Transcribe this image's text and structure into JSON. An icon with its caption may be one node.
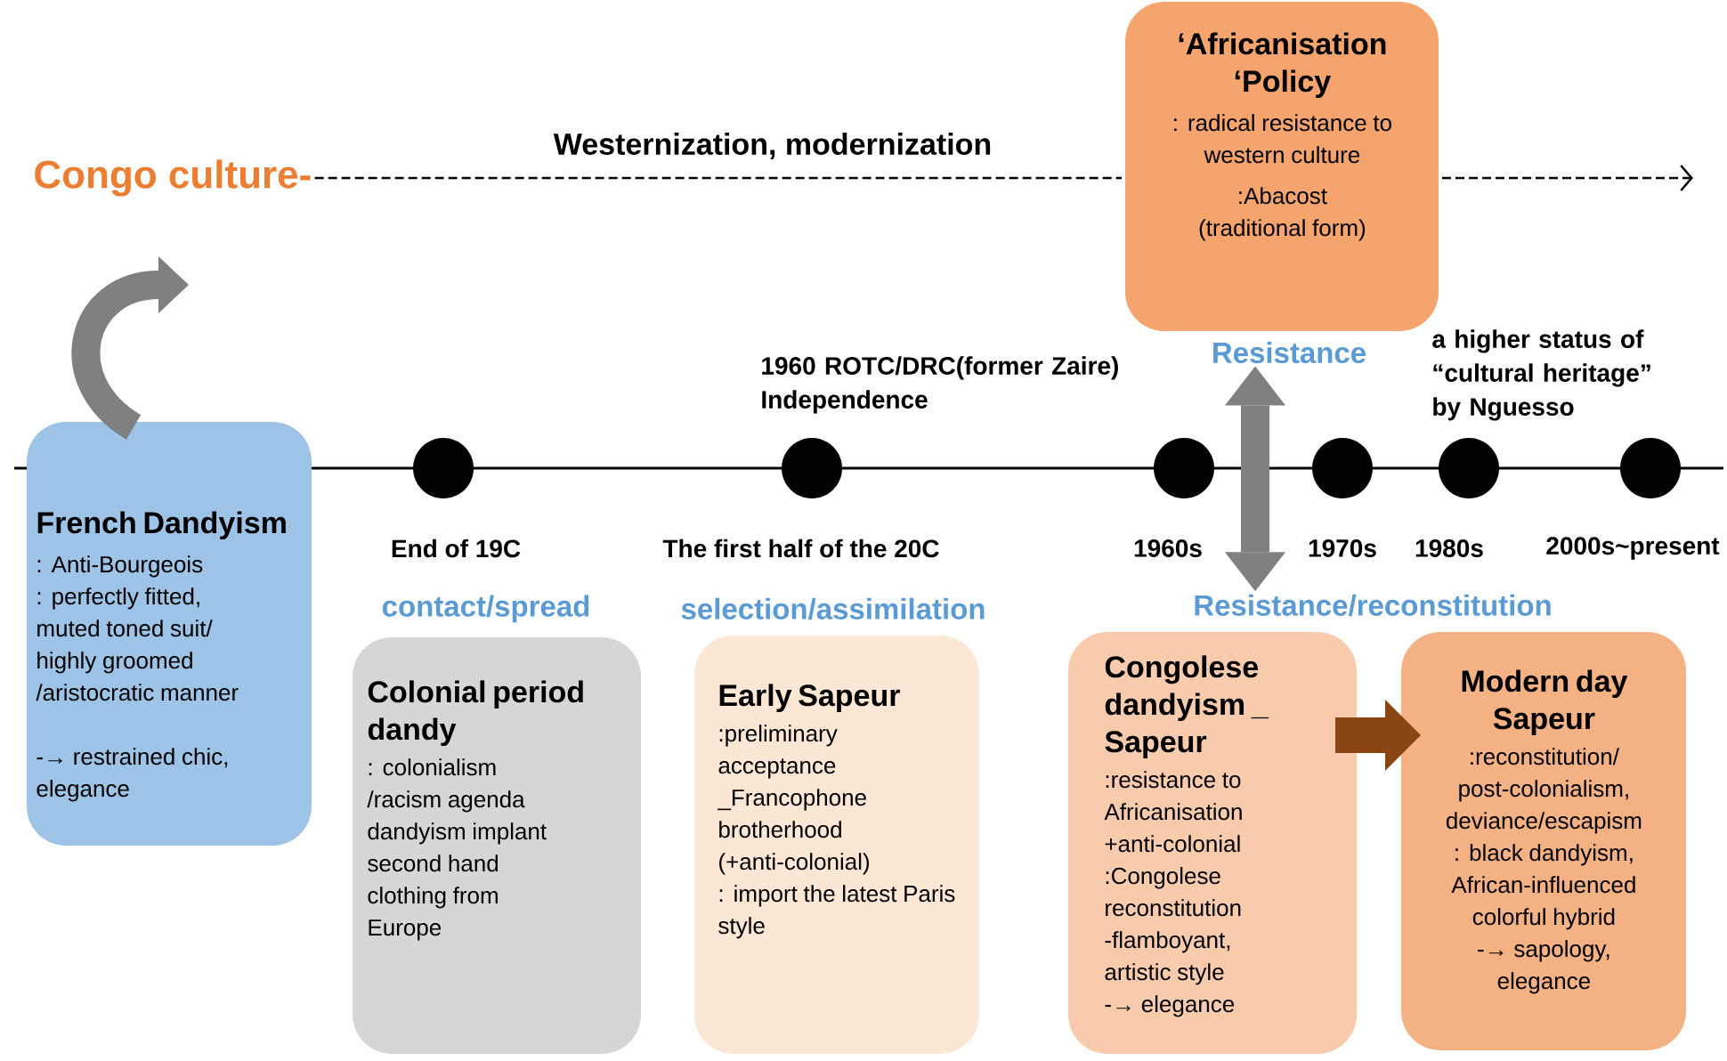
{
  "diagram": {
    "nodes": [
      {
        "text": [
          "‘Africanisation ‘Policy",
          ": radical resistance to western culture",
          ":Abacost (traditional form)"
        ]
      },
      {
        "text": [
          "Congo culture-"
        ]
      },
      {
        "text": [
          "Resistance"
        ]
      },
      {
        "text": [
          "French Dandyism",
          ": Anti-Bourgeois",
          ": perfectly fitted, muted toned suit/ highly groomed /aristocratic manner",
          "-→ restrained chic, elegance"
        ]
      },
      {
        "text": [
          "Resistance/reconstitution"
        ]
      },
      {
        "text": [
          "Colonial period dandy",
          ": colonialism /racism agenda dandyism implant second hand clothing from Europe"
        ]
      },
      {
        "text": [
          "Early Sapeur",
          ":preliminary acceptance _Francophone brotherhood (+anti-colonial)",
          ": import the latest Paris style"
        ]
      },
      {
        "text": [
          "Congolese dandyism _ Sapeur",
          ":resistance to Africanisation +anti-colonial",
          ":Congolese reconstitution -flamboyant, artistic style",
          "-→ elegance"
        ]
      },
      {
        "text": [
          "Modern day Sapeur",
          ":reconstitution/ post-colonialism, deviance/escapism",
          ": black dandyism, African-influenced colorful hybrid",
          "-→ sapology, elegance"
        ]
      }
    ],
    "edges": [
      {
        "from": 1,
        "to": null,
        "arrow": "to",
        "label": "Westernization, modernization",
        "style": "dashed",
        "color": "#000000"
      },
      {
        "from": 3,
        "to": null,
        "arrow": "to"
      },
      {
        "from": 2,
        "to": 4,
        "arrow": "both"
      },
      {
        "from": 7,
        "to": 8,
        "arrow": "to",
        "color": "#8b4513"
      }
    ],
    "labels": [
      "1960 ROTC/DRC(former Zaire) Independence",
      "a higher status of “cultural heritage” by Nguesso",
      "End of 19C",
      "The first half of the 20C",
      "1960s",
      "1970s",
      "1980s",
      "2000s~present",
      "contact/spread",
      "selection/assimilation"
    ]
  }
}
